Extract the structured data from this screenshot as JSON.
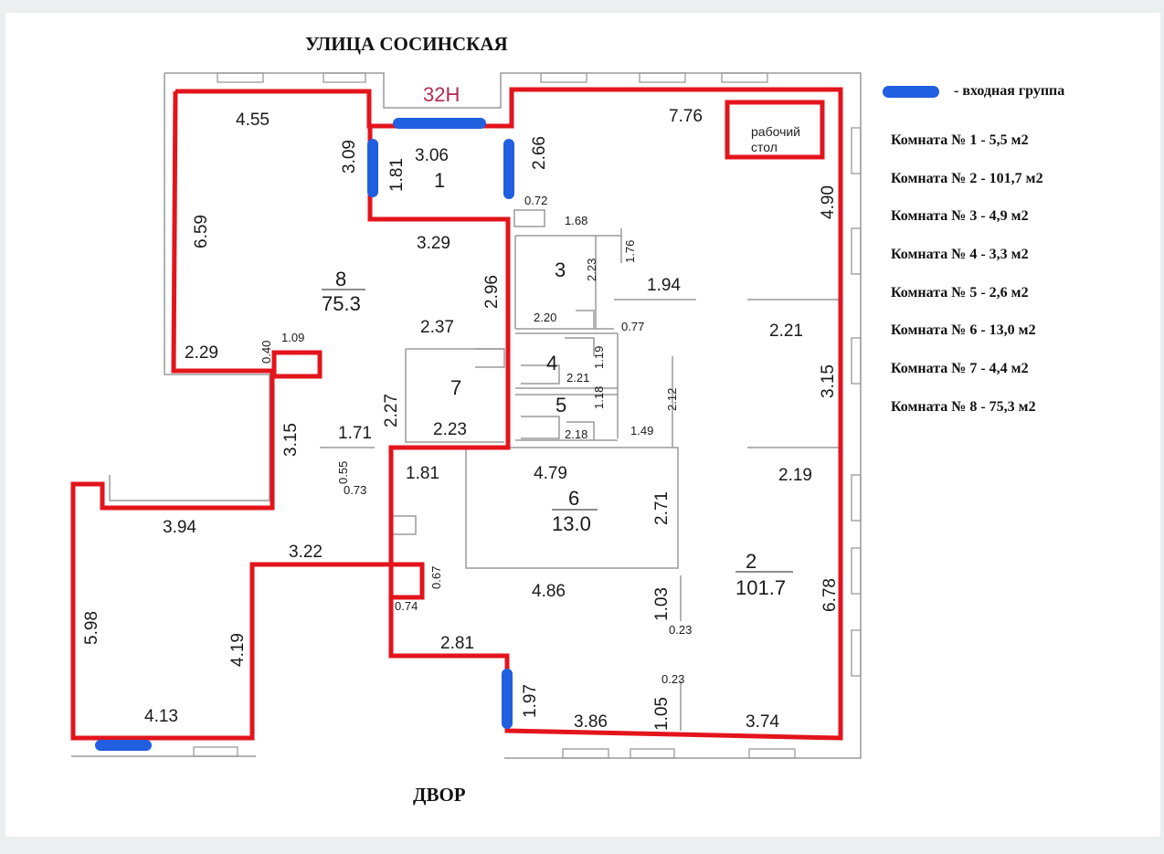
{
  "street_top": "УЛИЦА СОСИНСКАЯ",
  "street_bottom": "ДВОР",
  "apartment_label": "32Н",
  "legend": {
    "entrance_text": "- входная группа",
    "entrance_color": "#1f5fe0",
    "outline_color": "#e3141c"
  },
  "rooms": [
    "Комната № 1 - 5,5 м2",
    "Комната № 2 - 101,7 м2",
    "Комната № 3 - 4,9 м2",
    "Комната № 4 - 3,3 м2",
    "Комната № 5 - 2,6 м2",
    "Комната № 6 - 13,0 м2",
    "Комната № 7 - 4,4 м2",
    "Комната №  8 - 75,3 м2"
  ],
  "desk": {
    "line1": "рабочий",
    "line2": "стол"
  },
  "room_numbers": {
    "r1": "1",
    "r2": "2",
    "r3": "3",
    "r4": "4",
    "r5": "5",
    "r6": "6",
    "r7": "7",
    "r8": "8"
  },
  "room_areas": {
    "r2": "101.7",
    "r6": "13.0",
    "r8": "75.3"
  },
  "dims": {
    "d455": "4.55",
    "d309": "3.09",
    "d181a": "1.81",
    "d306": "3.06",
    "d266": "2.66",
    "d776": "7.76",
    "d490": "4.90",
    "d659": "6.59",
    "d072": "0.72",
    "d168": "1.68",
    "d329": "3.29",
    "d176": "1.76",
    "d223a": "2.23",
    "d296": "2.96",
    "d194": "1.94",
    "d220": "2.20",
    "d077": "0.77",
    "d237": "2.37",
    "d221a": "2.21",
    "d229": "2.29",
    "d040": "0.40",
    "d109": "1.09",
    "d119": "1.19",
    "d221b": "2.21",
    "d315a": "3.15",
    "d212": "2.12",
    "d227": "2.27",
    "d118": "1.18",
    "d315b": "3.15",
    "d171": "1.71",
    "d223b": "2.23",
    "d218": "2.18",
    "d149": "1.49",
    "d055": "0.55",
    "d073": "0.73",
    "d181b": "1.81",
    "d479": "4.79",
    "d219": "2.19",
    "d271": "2.71",
    "d394": "3.94",
    "d322": "3.22",
    "d067": "0.67",
    "d074": "0.74",
    "d486": "4.86",
    "d103": "1.03",
    "d678": "6.78",
    "d023a": "0.23",
    "d598": "5.98",
    "d419": "4.19",
    "d281": "2.81",
    "d197": "1.97",
    "d023b": "0.23",
    "d105": "1.05",
    "d413": "4.13",
    "d386": "3.86",
    "d374": "3.74"
  }
}
